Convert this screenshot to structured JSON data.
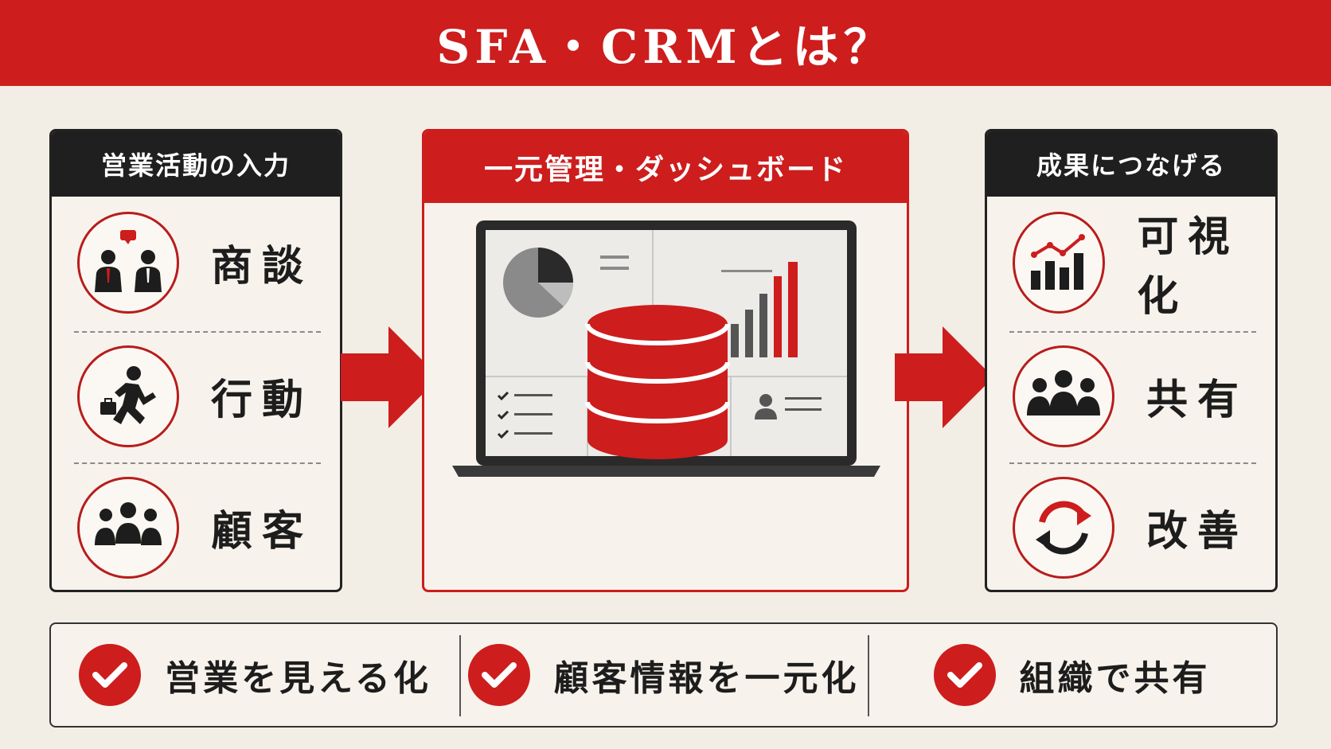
{
  "title": "SFA・CRMとは？",
  "left_panel": {
    "heading": "営業活動の入力",
    "items": [
      {
        "label": "商談",
        "icon": "meeting-icon"
      },
      {
        "label": "行動",
        "icon": "running-businessman-icon"
      },
      {
        "label": "顧客",
        "icon": "customers-group-icon"
      }
    ]
  },
  "center_panel": {
    "heading": "一元管理・ダッシュボード",
    "icon": "laptop-dashboard-database-icon"
  },
  "right_panel": {
    "heading": "成果につなげる",
    "items": [
      {
        "label": "可視化",
        "icon": "rising-chart-icon"
      },
      {
        "label": "共有",
        "icon": "team-share-icon"
      },
      {
        "label": "改善",
        "icon": "cycle-arrows-icon"
      }
    ]
  },
  "benefits": [
    {
      "text": "営業を見える化",
      "icon": "checkmark-icon"
    },
    {
      "text": "顧客情報を一元化",
      "icon": "checkmark-icon"
    },
    {
      "text": "組織で共有",
      "icon": "checkmark-icon"
    }
  ],
  "colors": {
    "accent_red": "#cd1d1d",
    "dark": "#1f1f1f",
    "background": "#f3eee5"
  }
}
